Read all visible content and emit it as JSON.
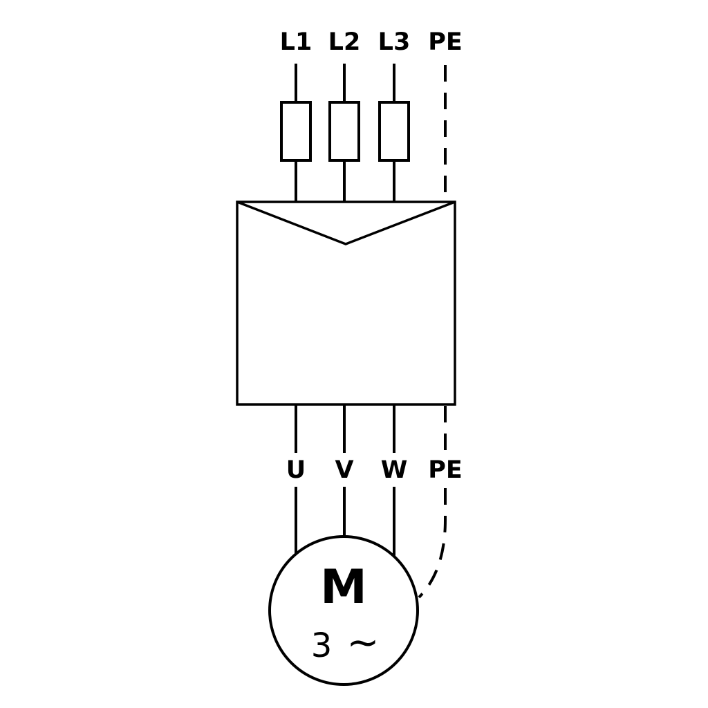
{
  "diagram": {
    "title": "three-phase-motor-wiring-diagram",
    "colors": {
      "line": "#000000",
      "background": "#ffffff"
    },
    "supply_terminals": {
      "l1": "L1",
      "l2": "L2",
      "l3": "L3",
      "pe": "PE"
    },
    "output_terminals": {
      "u": "U",
      "v": "V",
      "w": "W",
      "pe": "PE"
    },
    "motor": {
      "letter": "M",
      "phase_count": "3",
      "ac_symbol": "∼"
    }
  }
}
